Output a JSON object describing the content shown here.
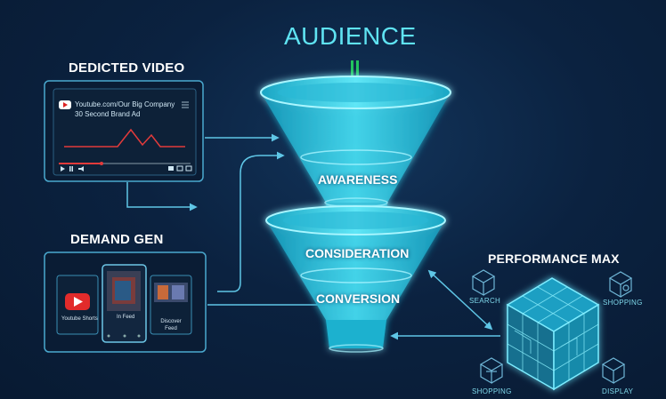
{
  "diagram": {
    "audience_title": "AUDIENCE",
    "funnel": {
      "stages": [
        "AWARENESS",
        "CONSIDERATION",
        "CONVERSION"
      ]
    },
    "dedicated_video": {
      "title": "DEDICTED VIDEO",
      "player_title_line1": "Youtube.com/Our Big Company",
      "player_title_line2": "30 Second Brand Ad"
    },
    "demand_gen": {
      "title": "DEMAND GEN",
      "cards": [
        "Youtube Shorts",
        "In Feed",
        "Discover Feed"
      ]
    },
    "performance_max": {
      "title": "PERFORMANCE MAX",
      "channels": [
        "SEARCH",
        "SHOPPING",
        "SHOPPING",
        "DISPLAY"
      ]
    },
    "colors": {
      "background": "#0b2240",
      "funnel_fill": "#2ec3dc",
      "funnel_glow": "#6ff1ff",
      "arrow_cyan": "#5fc6e6",
      "audience_arrow": "#22c55e",
      "video_line_red": "#e23b3b"
    },
    "icons": [
      "play-icon",
      "youtube-icon",
      "cube-icon",
      "shopping-icon",
      "display-icon"
    ]
  }
}
